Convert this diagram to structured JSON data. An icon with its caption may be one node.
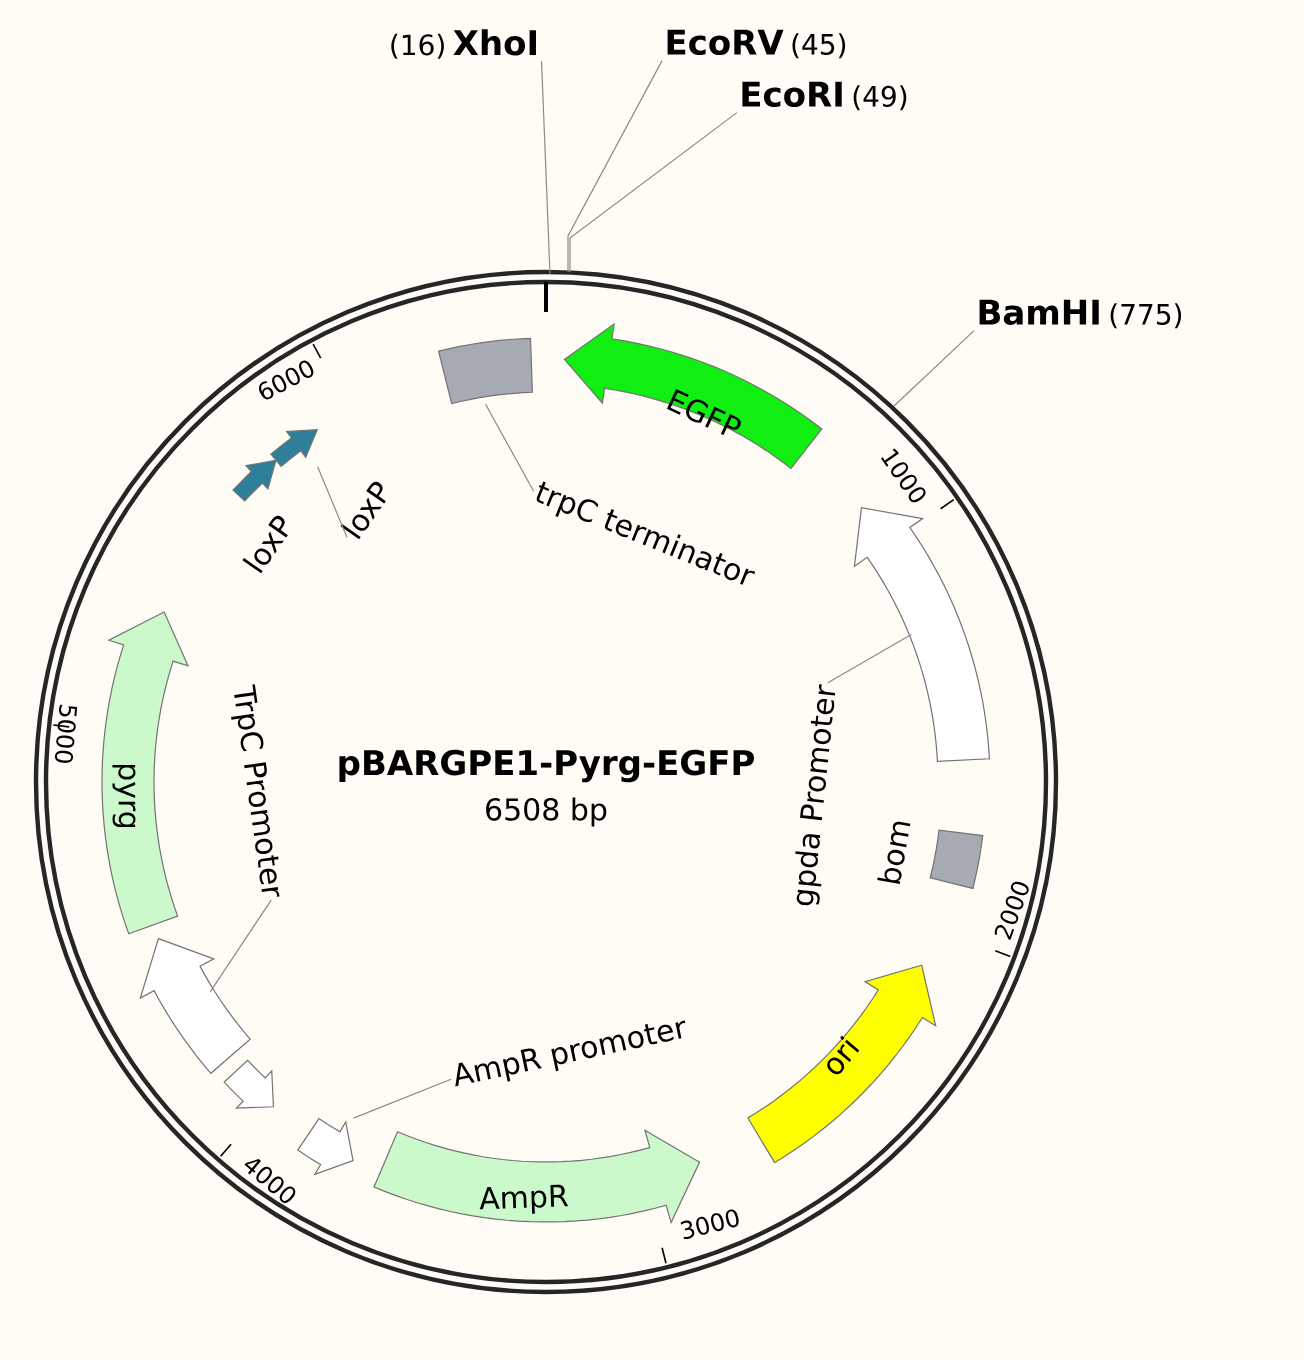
{
  "diagram": {
    "nodes": [
      {
        "text": [
          "(16)",
          "XhoI"
        ]
      },
      {
        "text": [
          "EcoRV",
          "(45)"
        ]
      },
      {
        "text": [
          "EcoRI",
          "(49)"
        ]
      },
      {
        "text": [
          "BamHI",
          "(775)"
        ]
      },
      {
        "text": [],
        "shape": "box"
      },
      {
        "text": [
          "trpC terminator"
        ]
      },
      {
        "text": [
          "EGFP"
        ]
      },
      {
        "text": [],
        "shape": "arrow"
      },
      {
        "text": [
          "gpda Promoter"
        ]
      },
      {
        "text": [],
        "shape": "box",
        "beside": [
          "bom"
        ]
      },
      {
        "text": [
          "ori"
        ]
      },
      {
        "text": [
          "AmpR"
        ]
      },
      {
        "text": [],
        "shape": "arrow"
      },
      {
        "text": [
          "AmpR promoter"
        ]
      },
      {
        "text": [],
        "shape": "arrow"
      },
      {
        "text": [],
        "shape": "arrow"
      },
      {
        "text": [
          "TrpC Promoter"
        ]
      },
      {
        "text": [
          "pyrg"
        ]
      },
      {
        "text": [],
        "shape": "arrow",
        "beside": [
          "loxP"
        ]
      },
      {
        "text": [],
        "shape": "arrow"
      },
      {
        "text": [
          "loxP"
        ]
      }
    ],
    "edges": [
      {
        "from": 0,
        "to": null,
        "arrow": "none"
      },
      {
        "from": 1,
        "to": null,
        "arrow": "none"
      },
      {
        "from": 2,
        "to": null,
        "arrow": "none"
      },
      {
        "from": 3,
        "to": null,
        "arrow": "none"
      },
      {
        "from": 5,
        "to": 4,
        "arrow": "none"
      },
      {
        "from": 8,
        "to": 7,
        "arrow": "none"
      },
      {
        "from": 13,
        "to": 12,
        "arrow": "none"
      },
      {
        "from": 16,
        "to": 15,
        "arrow": "none"
      },
      {
        "from": 20,
        "to": 19,
        "arrow": "none"
      }
    ],
    "labels": [
      "pBARGPE1-Pyrg-EGFP",
      "6508 bp",
      "1000",
      "2000",
      "3000",
      "4000",
      "5000",
      "6000"
    ]
  }
}
